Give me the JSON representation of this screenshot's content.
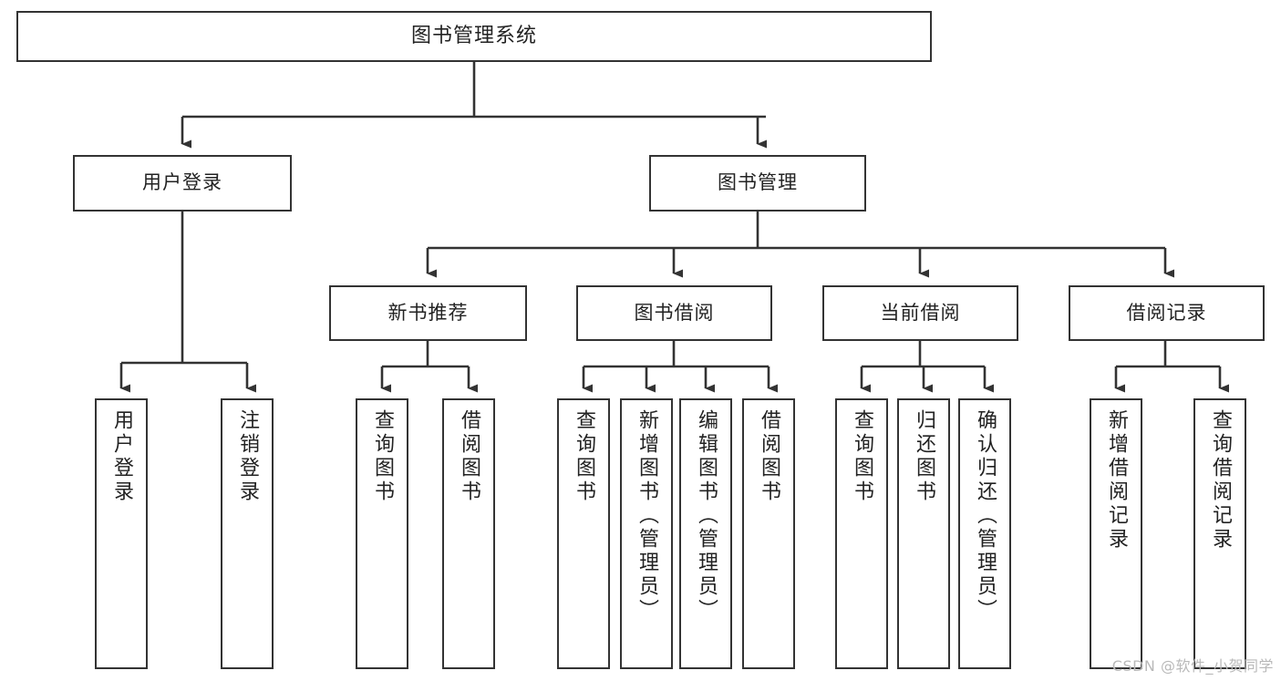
{
  "diagram": {
    "title": "图书管理系统",
    "type": "tree",
    "watermark": "CSDN @软件_小贺同学",
    "colors": {
      "border": "#333333",
      "background": "#ffffff",
      "text": "#222222",
      "connector": "#333333",
      "watermark": "#b9b9b9"
    },
    "nodes": {
      "root": {
        "label": "图书管理系统"
      },
      "level2": [
        {
          "id": "user-login",
          "label": "用户登录"
        },
        {
          "id": "book-management",
          "label": "图书管理"
        }
      ],
      "level3": [
        {
          "id": "new-book-recommend",
          "label": "新书推荐"
        },
        {
          "id": "book-borrow",
          "label": "图书借阅"
        },
        {
          "id": "current-borrow",
          "label": "当前借阅"
        },
        {
          "id": "borrow-record",
          "label": "借阅记录"
        }
      ],
      "leaves": {
        "user-login": [
          {
            "id": "leaf-user-login",
            "label": "用户登录"
          },
          {
            "id": "leaf-logout-login",
            "label": "注销登录"
          }
        ],
        "new-book-recommend": [
          {
            "id": "leaf-query-book-1",
            "label": "查询图书"
          },
          {
            "id": "leaf-borrow-book-1",
            "label": "借阅图书"
          }
        ],
        "book-borrow": [
          {
            "id": "leaf-query-book-2",
            "label": "查询图书"
          },
          {
            "id": "leaf-add-book-admin",
            "label": "新增图书（管理员）"
          },
          {
            "id": "leaf-edit-book-admin",
            "label": "编辑图书（管理员）"
          },
          {
            "id": "leaf-borrow-book-2",
            "label": "借阅图书"
          }
        ],
        "current-borrow": [
          {
            "id": "leaf-query-book-3",
            "label": "查询图书"
          },
          {
            "id": "leaf-return-book",
            "label": "归还图书"
          },
          {
            "id": "leaf-confirm-return-admin",
            "label": "确认归还（管理员）"
          }
        ],
        "borrow-record": [
          {
            "id": "leaf-add-borrow-record",
            "label": "新增借阅记录"
          },
          {
            "id": "leaf-query-borrow-record",
            "label": "查询借阅记录"
          }
        ]
      }
    }
  }
}
